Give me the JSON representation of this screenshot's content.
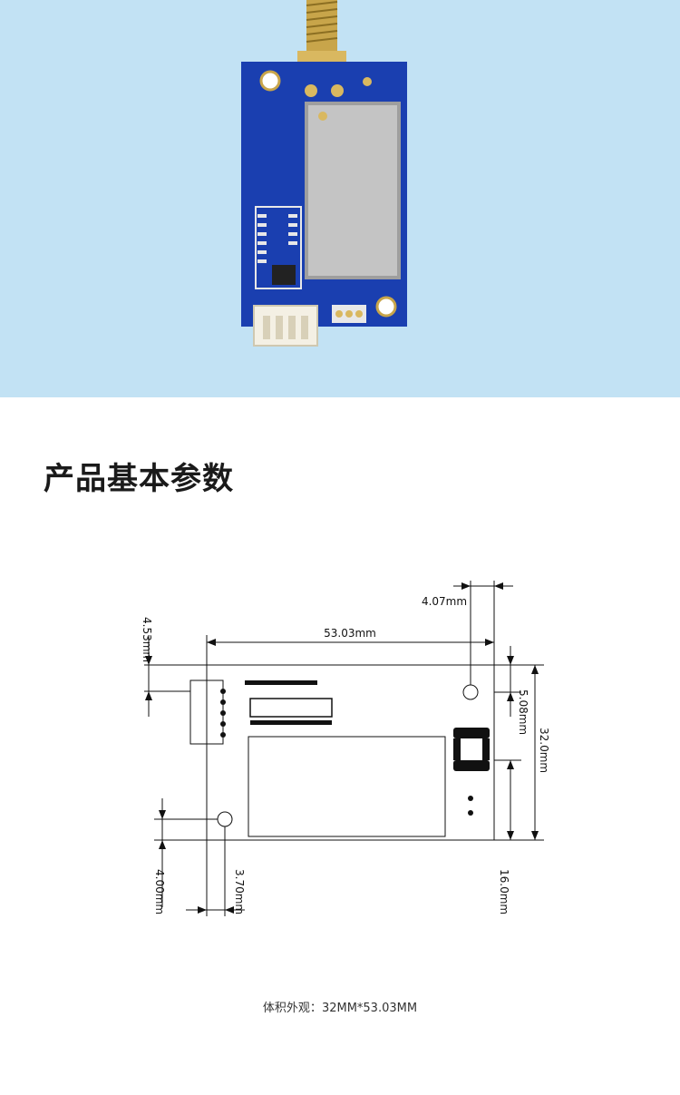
{
  "section": {
    "title": "产品基本参数"
  },
  "drawing": {
    "dims": {
      "top_offset": "4.53mm",
      "hole_right": "4.07mm",
      "length": "53.03mm",
      "hole_top": "5.08mm",
      "width": "32.0mm",
      "hole_lower": "16.0mm",
      "bottom_offset": "4.00mm",
      "hole_left": "3.70mm"
    }
  },
  "caption": {
    "label": "体积外观：",
    "value": "32MM*53.03MM"
  },
  "colors": {
    "background": "#c2e2f4",
    "pcb": "#1a3fb0",
    "shield": "#b9b9b9",
    "antenna": "#c8a54a"
  }
}
